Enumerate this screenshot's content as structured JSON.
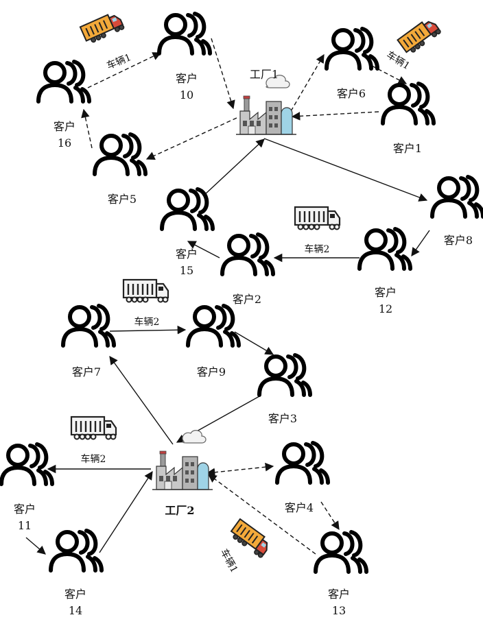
{
  "factories": {
    "f1": {
      "label": "工厂1"
    },
    "f2": {
      "label": "工厂2"
    }
  },
  "customers": {
    "c1": {
      "line1": "客户1",
      "line2": ""
    },
    "c2": {
      "line1": "客户2",
      "line2": ""
    },
    "c3": {
      "line1": "客户3",
      "line2": ""
    },
    "c4": {
      "line1": "客户4",
      "line2": ""
    },
    "c5": {
      "line1": "客户5",
      "line2": ""
    },
    "c6": {
      "line1": "客户6",
      "line2": ""
    },
    "c7": {
      "line1": "客户7",
      "line2": ""
    },
    "c8": {
      "line1": "客户8",
      "line2": ""
    },
    "c9": {
      "line1": "客户9",
      "line2": ""
    },
    "c10": {
      "line1": "客户",
      "line2": "10"
    },
    "c11": {
      "line1": "客户",
      "line2": "11"
    },
    "c12": {
      "line1": "客户",
      "line2": "12"
    },
    "c13": {
      "line1": "客户",
      "line2": "13"
    },
    "c14": {
      "line1": "客户",
      "line2": "14"
    },
    "c15": {
      "line1": "客户",
      "line2": "15"
    },
    "c16": {
      "line1": "客户",
      "line2": "16"
    }
  },
  "vehicle_labels": {
    "v1_top_left": "车辆1",
    "v1_top_right": "车辆1",
    "v2_mid": "车辆2",
    "v2_left": "车辆2",
    "v2_bottom": "车辆2",
    "v1_bottom": "车辆1"
  },
  "legend_styles": {
    "vehicle1_line": "dashed",
    "vehicle2_line": "solid",
    "vehicle1_truck_color": "#f0a030",
    "vehicle2_truck_color": "#555555"
  }
}
